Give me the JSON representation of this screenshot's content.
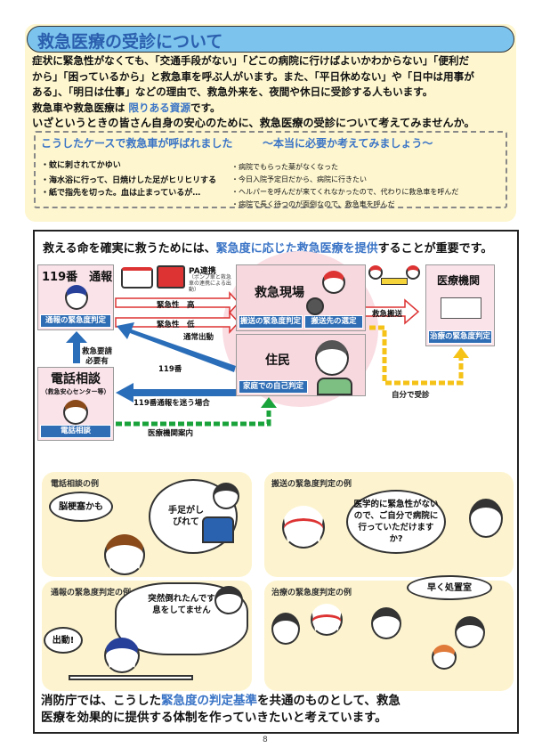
{
  "title": "救急医療の受診について",
  "intro": {
    "lines": [
      "症状に緊急性がなくても、「交通手段がない」「どこの病院に行けばよいかわからない」「便利だ",
      "から」「困っているから」と救急車を呼ぶ人がいます。また、「平日休めない」や「日中は用事が",
      "ある」、「明日は仕事」などの理由で、救急外来を、夜間や休日に受診する人もいます。"
    ],
    "resource_prefix": "救急車や救急医療は ",
    "resource_highlight": "限りある資源",
    "resource_suffix": "です。",
    "closing": "いざというときの皆さん自身の安心のために、救急医療の受診について考えてみませんか。"
  },
  "cases": {
    "title": "こうしたケースで救急車が呼ばれました",
    "subtitle": "～本当に必要か考えてみましょう～",
    "left": [
      "・蚊に刺されてかゆい",
      "・海水浴に行って、日焼けした足がヒリヒリする",
      "・紙で指先を切った。血は止まっているが…"
    ],
    "right": [
      "・病院でもらった薬がなくなった",
      "・今日入院予定日だから、病院に行きたい",
      "・ヘルパーを呼んだが来てくれなかったので、代わりに救急車を呼んだ",
      "・病院で長く待つのが面倒なので、救急車を呼んだ"
    ]
  },
  "diagram": {
    "headline_prefix": "救える命を確実に救うためには、",
    "headline_highlight": "緊急度に応じた救急医療を提供",
    "headline_suffix": "することが重要です。",
    "call_box": {
      "title": "119番　通報",
      "label": "通報の緊急度判定"
    },
    "pa": {
      "title": "PA連携",
      "note": "（ポンプ車と救急車の連携による出動）"
    },
    "arrow_high": "緊急性　高",
    "arrow_low": "緊急性　低",
    "normal_dispatch": "通常出動",
    "scene_box": {
      "title": "救急現場",
      "label1": "搬送の緊急度判定",
      "label2": "搬送先の選定"
    },
    "resident_box": {
      "title": "住民",
      "label": "家庭での自己判定"
    },
    "hospital_box": {
      "title": "医療機関",
      "label": "治療の緊急度判定"
    },
    "transport": "救急搬送",
    "self_visit": "自分で受診",
    "consult_box": {
      "title": "電話相談",
      "sub": "（救急安心センター等）",
      "label": "電話相談"
    },
    "need_ems": "救急要請\n必要有",
    "call119": "119番",
    "unsure": "119番通報を迷う場合",
    "guide": "医療機関案内"
  },
  "panels": {
    "phone": {
      "title": "電話相談の例",
      "think": "脳梗塞かも",
      "say": "手足がし\nびれて"
    },
    "transport": {
      "title": "搬送の緊急度判定の例",
      "say": "医学的に緊急性がないので、ご自分で病院に行っていただけますか?"
    },
    "call": {
      "title": "通報の緊急度判定の例",
      "say": "突然倒れたんです\n息をしてません",
      "dispatch": "出動!"
    },
    "treat": {
      "title": "治療の緊急度判定の例",
      "say": "早く処置室"
    }
  },
  "bottom": {
    "prefix": "消防庁では、こうした",
    "highlight": "緊急度の判定基準",
    "line1_suffix": "を共通のものとして、救急",
    "line2": "医療を効果的に提供する体制を作っていきたいと考えています。"
  },
  "page_number": "8"
}
